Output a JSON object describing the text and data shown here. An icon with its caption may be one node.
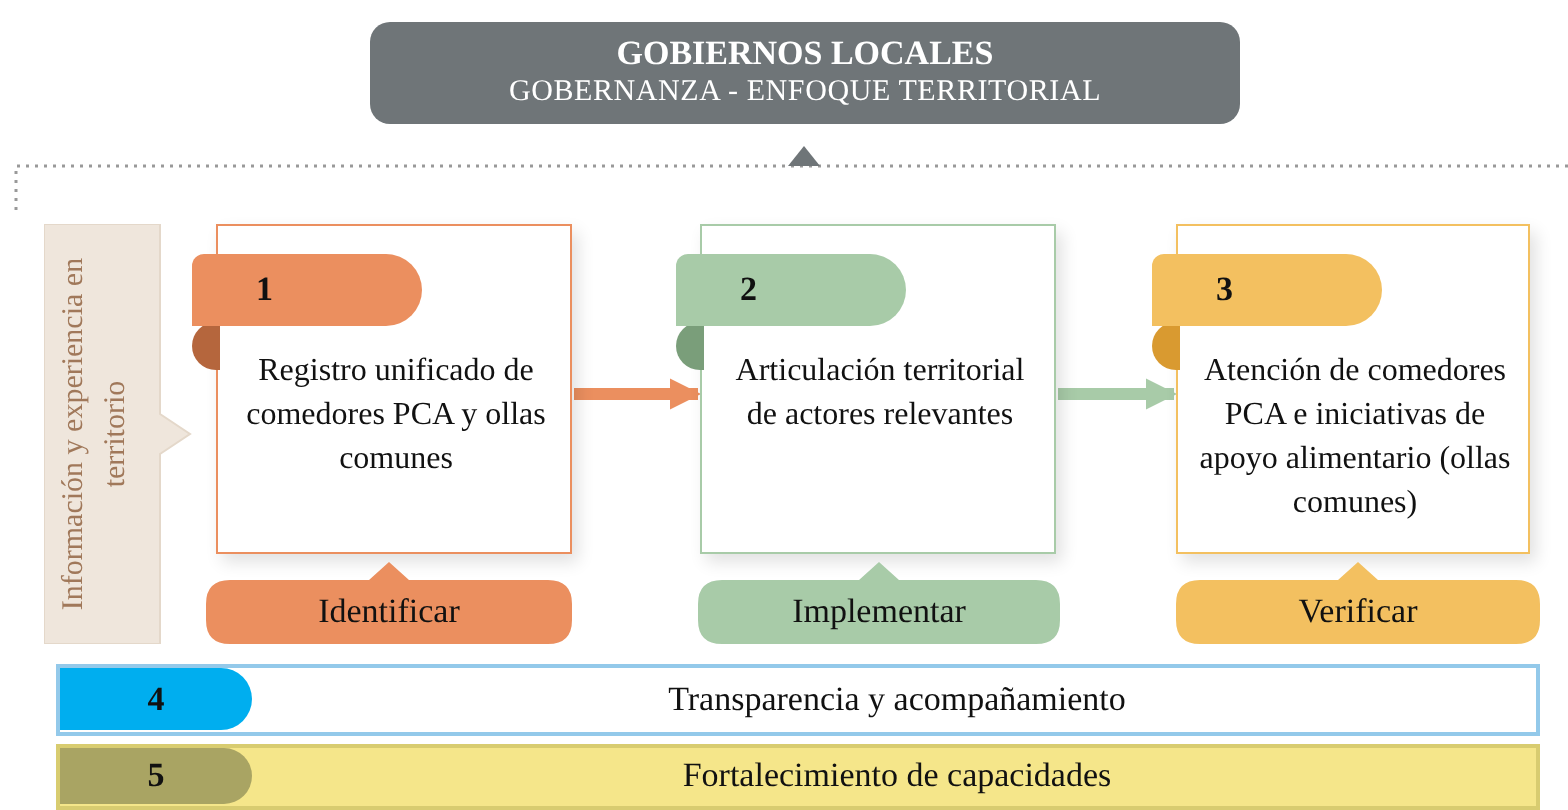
{
  "diagram": {
    "nodes": [
      {
        "text": [
          "GOBIERNOS LOCALES",
          "GOBERNANZA - ENFOQUE TERRITORIAL"
        ]
      },
      {
        "text": [
          "Información y experiencia en territorio"
        ]
      },
      {
        "text": [
          "1",
          "Registro unificado de comedores PCA y ollas comunes"
        ]
      },
      {
        "text": [
          "Identificar"
        ]
      },
      {
        "text": [
          "2",
          "Articulación territorial de actores relevantes"
        ]
      },
      {
        "text": [
          "Implementar"
        ]
      },
      {
        "text": [
          "3",
          "Atención de comedores PCA e iniciativas de apoyo alimentario (ollas comunes)"
        ]
      },
      {
        "text": [
          "Verificar"
        ]
      },
      {
        "text": [
          "4",
          "Transparencia y acompañamiento"
        ]
      },
      {
        "text": [
          "5",
          "Fortalecimiento de capacidades"
        ]
      }
    ],
    "edges": [
      {
        "from": 2,
        "to": 4,
        "arrow": "to",
        "color": "#eb8f5f"
      },
      {
        "from": 4,
        "to": 6,
        "arrow": "to",
        "color": "#a8cba8"
      }
    ]
  }
}
